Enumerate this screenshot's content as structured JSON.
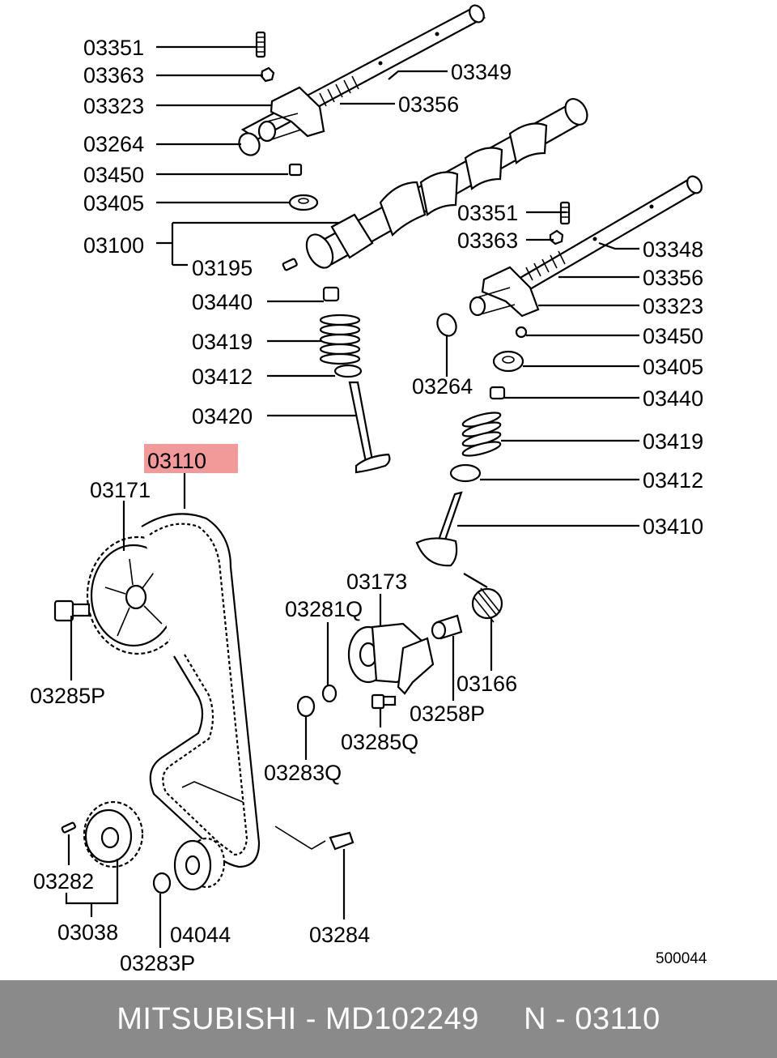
{
  "highlight_color": "#f29a9a",
  "footer_color": "#8a8a8a",
  "labels": {
    "l03351_top": "03351",
    "l03363_top": "03363",
    "l03323_top": "03323",
    "l03264_top": "03264",
    "l03450_top": "03450",
    "l03405_top": "03405",
    "l03100": "03100",
    "l03195": "03195",
    "l03440_left": "03440",
    "l03419_left": "03419",
    "l03412_left": "03412",
    "l03420": "03420",
    "l03349": "03349",
    "l03356_top": "03356",
    "l03351_right": "03351",
    "l03363_right": "03363",
    "l03348": "03348",
    "l03356_right": "03356",
    "l03323_right": "03323",
    "l03450_right": "03450",
    "l03405_right": "03405",
    "l03264_right": "03264",
    "l03440_right": "03440",
    "l03419_right": "03419",
    "l03412_right": "03412",
    "l03410": "03410",
    "l03110": "03110",
    "l03171": "03171",
    "l03173": "03173",
    "l03281Q": "03281Q",
    "l03166": "03166",
    "l03285P": "03285P",
    "l03258P": "03258P",
    "l03285Q": "03285Q",
    "l03283Q": "03283Q",
    "l03282": "03282",
    "l03038": "03038",
    "l04044": "04044",
    "l03284": "03284",
    "l03283P": "03283P",
    "diagram_code": "500044"
  },
  "footer": {
    "text": "MITSUBISHI - MD102249     N - 03110"
  }
}
